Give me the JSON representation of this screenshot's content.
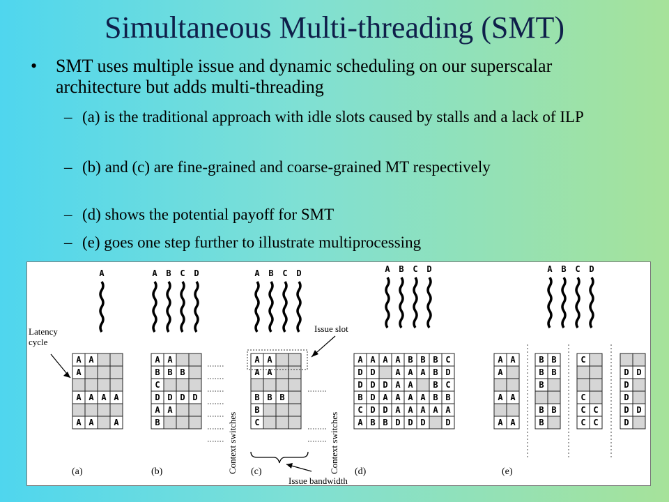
{
  "title": "Simultaneous Multi-threading (SMT)",
  "bullet": {
    "marker": "•",
    "text": "SMT uses multiple issue and dynamic scheduling on our superscalar architecture but adds multi-threading"
  },
  "sub_bullets": [
    {
      "marker": "–",
      "text": "(a) is the traditional approach with idle slots caused by stalls and a lack of ILP"
    },
    {
      "marker": "–",
      "text": "(b) and (c) are fine-grained and coarse-grained MT respectively"
    },
    {
      "marker": "–",
      "text": "(d) shows the potential payoff for SMT"
    },
    {
      "marker": "–",
      "text": "(e) goes one step further to illustrate multiprocessing"
    }
  ],
  "figure": {
    "panels": [
      {
        "id": "a",
        "caption": "(a)",
        "threads": [
          "A"
        ],
        "grids": [
          [
            "AA  ",
            "A   ",
            "    ",
            "AAAA",
            "    ",
            "AA A"
          ]
        ]
      },
      {
        "id": "b",
        "caption": "(b)",
        "threads": [
          "A",
          "B",
          "C",
          "D"
        ],
        "grids": [
          [
            "AA  ",
            "BBB ",
            "C   ",
            "DDDD",
            "AA  ",
            "B   "
          ]
        ]
      },
      {
        "id": "c",
        "caption": "(c)",
        "threads": [
          "A",
          "B",
          "C",
          "D"
        ],
        "grids": [
          [
            "AA  ",
            "AA  ",
            "    ",
            "BBB ",
            "B   ",
            "C   "
          ]
        ]
      },
      {
        "id": "d",
        "caption": "(d)",
        "threads": [
          "A",
          "B",
          "C",
          "D"
        ],
        "grids": [
          [
            "AAAABBBC",
            "DD AAABD",
            "DDDAA BC",
            "BDAAAABB",
            "CDDAAAAA",
            "ABBDDD D"
          ]
        ]
      },
      {
        "id": "e",
        "caption": "(e)",
        "threads": [
          "A",
          "B",
          "C",
          "D"
        ],
        "grids": [
          [
            "AA",
            "A ",
            "  ",
            "AA",
            "  ",
            "AA"
          ],
          [
            "BB",
            "BB",
            "B ",
            "  ",
            "BB",
            "B "
          ],
          [
            "C ",
            "  ",
            "  ",
            "C ",
            "CC",
            "CC"
          ],
          [
            "  ",
            "DD",
            "D ",
            "D ",
            "DD",
            "D "
          ]
        ]
      }
    ],
    "labels": {
      "latency_cycle": "Latency cycle",
      "issue_slot": "Issue slot",
      "context_switches": "Context switches",
      "issue_bandwidth": "Issue bandwidth"
    },
    "colors": {
      "empty_slot": "#d6d6d6",
      "filled_slot": "#ffffff",
      "grid_line": "#222222"
    }
  }
}
